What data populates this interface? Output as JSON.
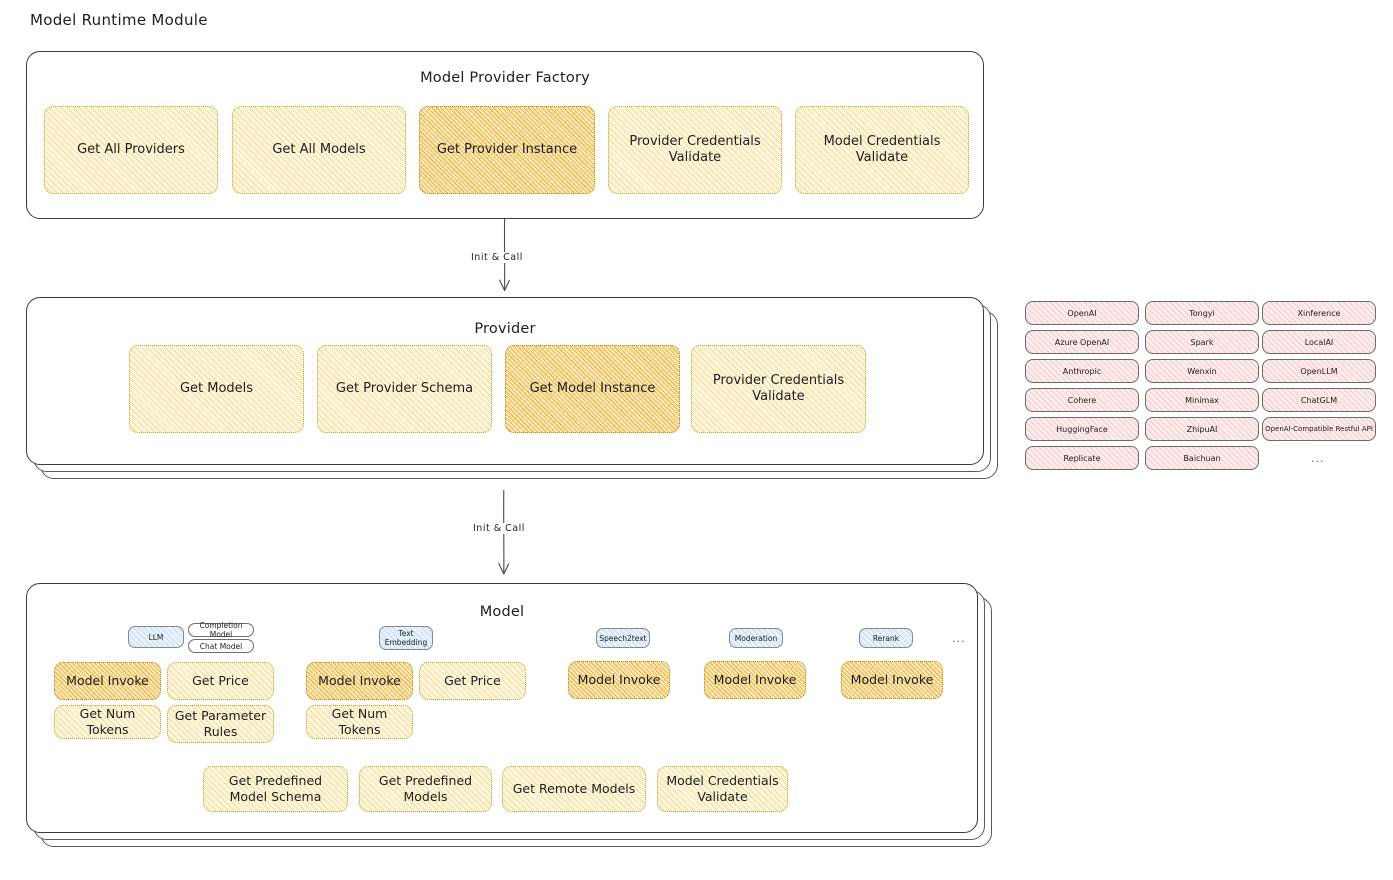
{
  "page": {
    "title": "Model Runtime Module"
  },
  "factory": {
    "title": "Model Provider Factory",
    "cards": [
      {
        "label": "Get All Providers",
        "highlighted": false
      },
      {
        "label": "Get All Models",
        "highlighted": false
      },
      {
        "label": "Get Provider Instance",
        "highlighted": true
      },
      {
        "label": "Provider Credentials Validate",
        "highlighted": false
      },
      {
        "label": "Model Credentials Validate",
        "highlighted": false
      }
    ]
  },
  "arrow_top": {
    "label": "Init & Call"
  },
  "provider": {
    "title": "Provider",
    "cards": [
      {
        "label": "Get Models",
        "highlighted": false
      },
      {
        "label": "Get Provider Schema",
        "highlighted": false
      },
      {
        "label": "Get Model Instance",
        "highlighted": true
      },
      {
        "label": "Provider Credentials Validate",
        "highlighted": false
      }
    ]
  },
  "arrow_bottom": {
    "label": "Init & Call"
  },
  "provider_list": {
    "ellipsis": "...",
    "columns": [
      [
        "OpenAI",
        "Azure OpenAI",
        "Anthropic",
        "Cohere",
        "HuggingFace",
        "Replicate"
      ],
      [
        "Tongyi",
        "Spark",
        "Wenxin",
        "Minimax",
        "ZhipuAI",
        "Baichuan"
      ],
      [
        "Xinference",
        "LocalAI",
        "OpenLLM",
        "ChatGLM",
        "OpenAI-Compatible Restful API"
      ]
    ]
  },
  "model": {
    "title": "Model",
    "ellipsis": "...",
    "groups": [
      {
        "tag": "LLM",
        "subtags": [
          "Completion Model",
          "Chat Model"
        ],
        "cards": [
          {
            "label": "Model Invoke",
            "highlighted": true
          },
          {
            "label": "Get Price",
            "highlighted": false
          },
          {
            "label": "Get Num Tokens",
            "highlighted": false
          },
          {
            "label": "Get Parameter Rules",
            "highlighted": false
          }
        ]
      },
      {
        "tag": "Text Embedding",
        "subtags": [],
        "cards": [
          {
            "label": "Model Invoke",
            "highlighted": true
          },
          {
            "label": "Get Price",
            "highlighted": false
          },
          {
            "label": "Get Num Tokens",
            "highlighted": false
          }
        ]
      },
      {
        "tag": "Speech2text",
        "subtags": [],
        "cards": [
          {
            "label": "Model Invoke",
            "highlighted": true
          }
        ]
      },
      {
        "tag": "Moderation",
        "subtags": [],
        "cards": [
          {
            "label": "Model Invoke",
            "highlighted": true
          }
        ]
      },
      {
        "tag": "Rerank",
        "subtags": [],
        "cards": [
          {
            "label": "Model Invoke",
            "highlighted": true
          }
        ]
      }
    ],
    "common_cards": [
      {
        "label": "Get Predefined Model Schema",
        "highlighted": false
      },
      {
        "label": "Get Predefined Models",
        "highlighted": false
      },
      {
        "label": "Get Remote Models",
        "highlighted": false
      },
      {
        "label": "Model Credentials Validate",
        "highlighted": false
      }
    ]
  },
  "colors": {
    "card_fill": "#fdf6df",
    "card_highlight_fill": "#fbecc2",
    "card_border": "#c9a227",
    "chip_fill": "#fdecec",
    "tag_fill": "#e8f2fb",
    "box_border": "#3b3b3b",
    "text": "#1e1e1e"
  }
}
